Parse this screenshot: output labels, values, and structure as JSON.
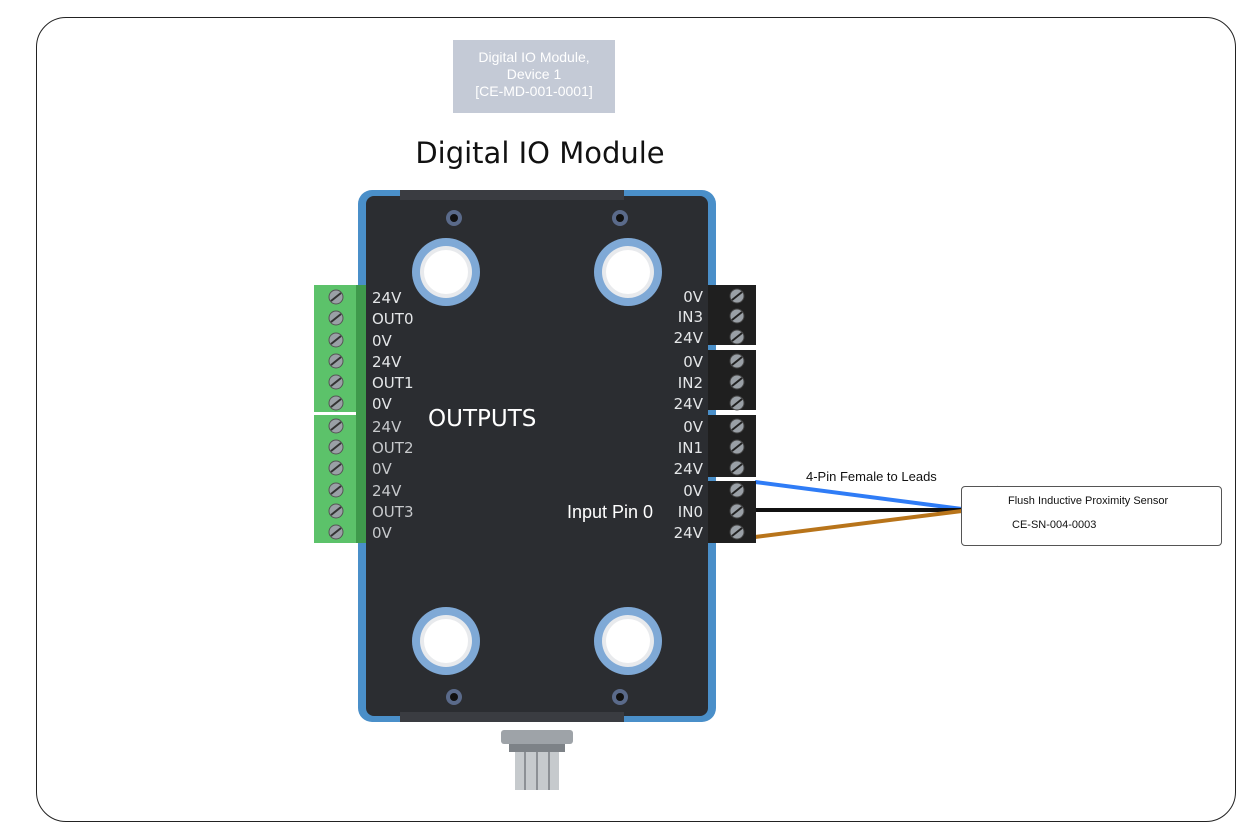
{
  "device_label": {
    "lines": [
      "Digital IO Module,",
      "Device 1",
      "[CE-MD-001-0001]"
    ]
  },
  "module": {
    "title": "Digital IO Module",
    "outputs_label": "OUTPUTS",
    "output_terminals": [
      "24V",
      "OUT0",
      "0V",
      "24V",
      "OUT1",
      "0V",
      "24V",
      "OUT2",
      "0V",
      "24V",
      "OUT3",
      "0V"
    ],
    "input_terminals": [
      "0V",
      "IN3",
      "24V",
      "0V",
      "IN2",
      "24V",
      "0V",
      "IN1",
      "24V",
      "0V",
      "IN0",
      "24V"
    ],
    "input_pin_label": "Input Pin 0"
  },
  "cable": {
    "label": "4-Pin Female to Leads",
    "wire_colors": [
      "#2f7cf6",
      "#111111",
      "#b8741a"
    ]
  },
  "sensor": {
    "name": "Flush Inductive Proximity Sensor",
    "id": "CE-SN-004-0003"
  },
  "colors": {
    "module_body": "#2b2d31",
    "module_frame": "#4a8fc9",
    "output_connector": "#5cc26a",
    "input_connector": "#1f1f1f",
    "label_bg": "#c4cad6"
  }
}
